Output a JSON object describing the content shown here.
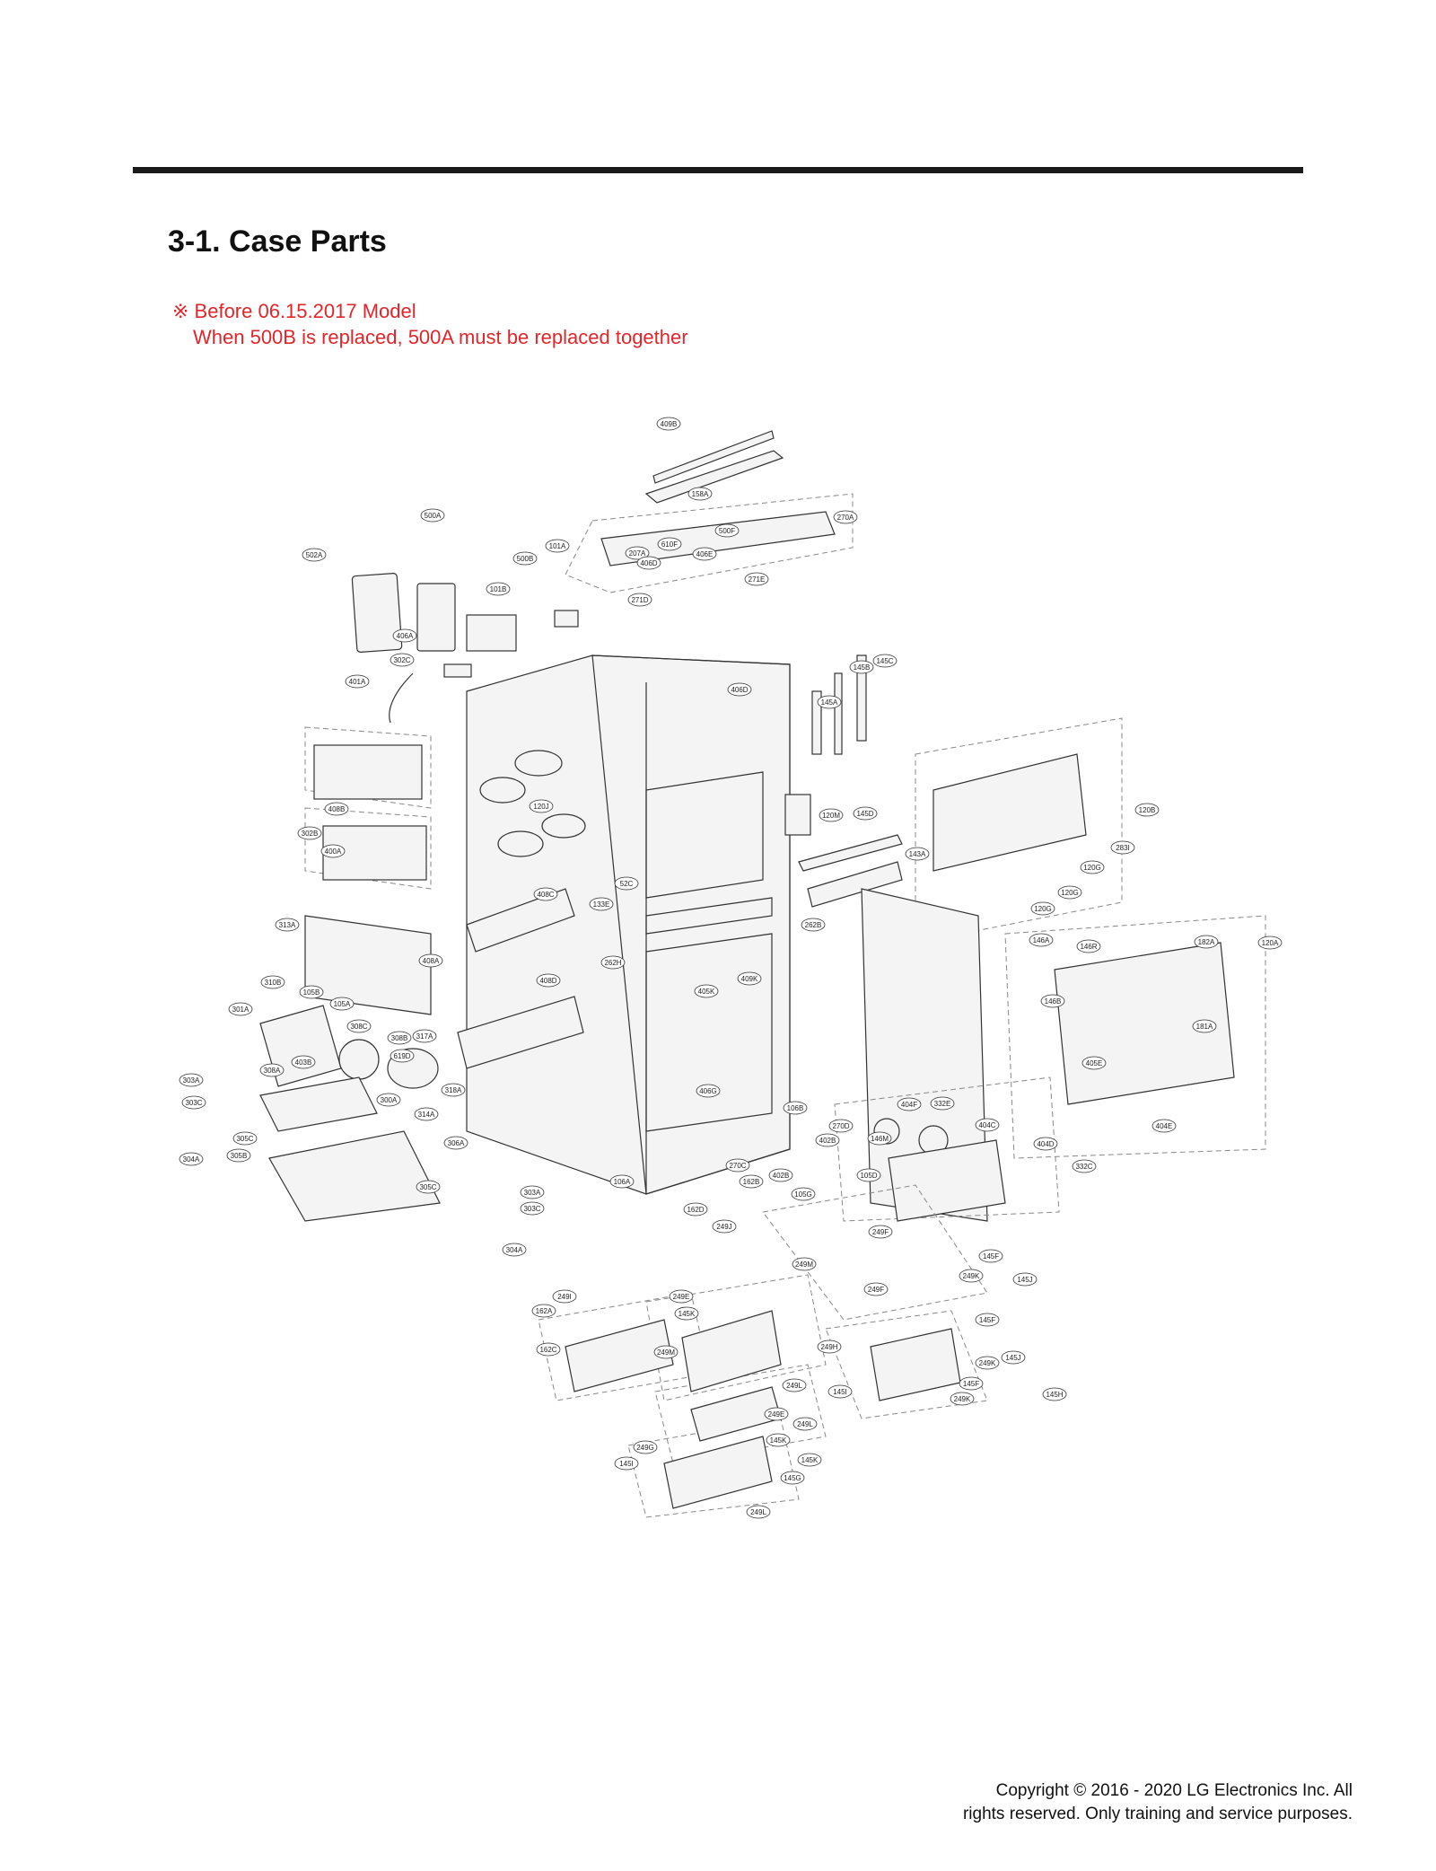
{
  "page": {
    "section_title": "3-1. Case Parts",
    "note_line1": "※ Before 06.15.2017 Model",
    "note_line2": "When 500B is replaced, 500A must be replaced together",
    "copyright_line1": "Copyright © 2016 - 2020 LG Electronics Inc. All",
    "copyright_line2": "rights reserved. Only training and service purposes.",
    "note_color": "#e0262b"
  },
  "labels": [
    "409B",
    "158A",
    "500A",
    "270A",
    "502A",
    "500B",
    "101A",
    "207A",
    "610F",
    "406D",
    "500F",
    "406E",
    "271E",
    "101B",
    "271D",
    "406A",
    "302C",
    "401A",
    "145C",
    "145B",
    "145A",
    "406D",
    "120J",
    "120M",
    "145D",
    "120B",
    "408B",
    "302B",
    "400A",
    "143A",
    "283I",
    "120G",
    "120G",
    "120G",
    "408C",
    "52C",
    "133E",
    "262B",
    "313A",
    "408A",
    "146A",
    "146R",
    "182A",
    "120A",
    "310B",
    "262H",
    "409K",
    "105B",
    "105A",
    "405K",
    "408D",
    "146B",
    "301A",
    "308C",
    "308B",
    "317A",
    "181A",
    "619D",
    "403B",
    "308A",
    "318A",
    "406G",
    "405E",
    "303A",
    "300A",
    "314A",
    "106B",
    "404F",
    "332E",
    "404C",
    "404E",
    "303C",
    "270D",
    "146M",
    "404D",
    "305C",
    "306A",
    "402B",
    "332C",
    "305B",
    "270C",
    "402B",
    "105D",
    "304A",
    "106A",
    "162B",
    "303A",
    "305C",
    "105G",
    "303C",
    "162D",
    "249F",
    "249J",
    "145F",
    "249M",
    "249K",
    "145J",
    "304A",
    "249F",
    "249I",
    "249E",
    "162A",
    "145K",
    "145F",
    "249H",
    "249K",
    "162C",
    "145J",
    "249M",
    "249L",
    "145F",
    "145I",
    "249K",
    "145H",
    "249E",
    "249L",
    "249G",
    "145K",
    "145I",
    "145K",
    "145G",
    "249L"
  ]
}
